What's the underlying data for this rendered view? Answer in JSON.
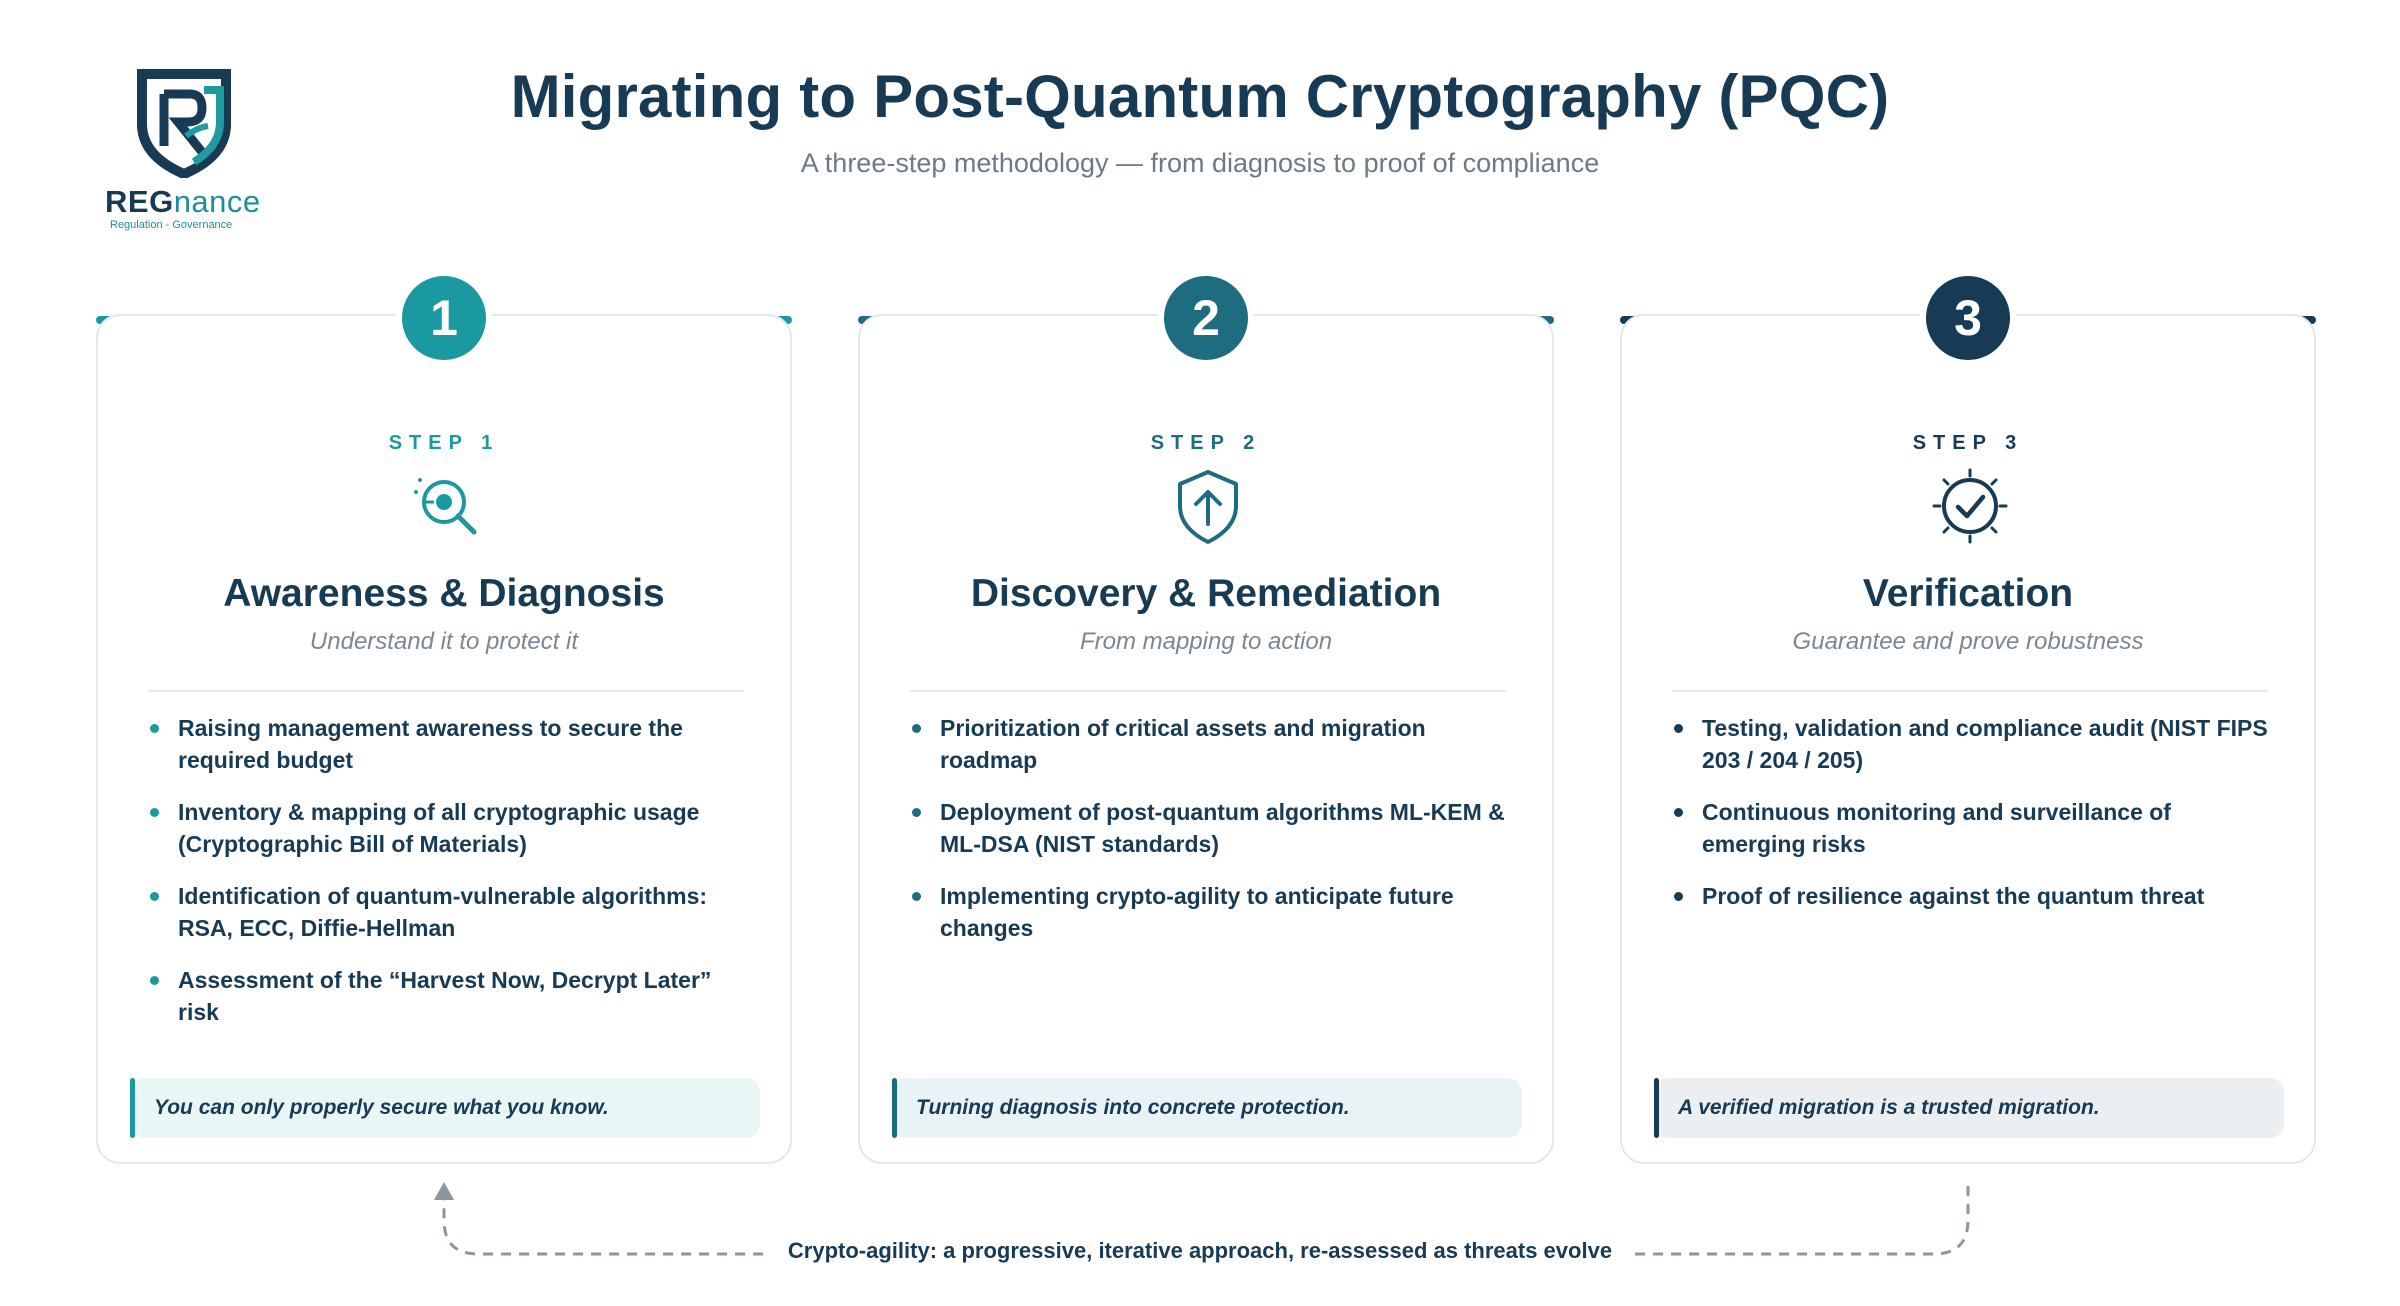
{
  "header": {
    "title": "Migrating to Post-Quantum Cryptography (PQC)",
    "subtitle": "A three-step methodology — from diagnosis to proof of compliance"
  },
  "logo": {
    "brand_bold": "REG",
    "brand_light": "nance",
    "tagline": "Regulation - Governance",
    "icon": "shield-logo-icon"
  },
  "colors": {
    "teal": "#1a9aa0",
    "blue": "#1e6c80",
    "navy": "#173a55"
  },
  "steps": [
    {
      "number": "1",
      "label": "STEP 1",
      "icon": "magnifier-icon",
      "title": "Awareness & Diagnosis",
      "subtitle": "Understand it to protect it",
      "bullets": [
        "Raising management awareness to secure the required budget",
        "Inventory & mapping of all cryptographic usage (Cryptographic Bill of Materials)",
        "Identification of quantum-vulnerable algorithms: RSA, ECC, Diffie-Hellman",
        "Assessment of the “Harvest Now, Decrypt Later” risk"
      ],
      "quote": "You can only properly secure what you know."
    },
    {
      "number": "2",
      "label": "STEP 2",
      "icon": "shield-arrow-icon",
      "title": "Discovery & Remediation",
      "subtitle": "From mapping to action",
      "bullets": [
        "Prioritization of critical assets and migration roadmap",
        "Deployment of post-quantum algorithms ML-KEM & ML-DSA (NIST standards)",
        "Implementing crypto-agility to anticipate future changes"
      ],
      "quote": "Turning diagnosis into concrete protection."
    },
    {
      "number": "3",
      "label": "STEP 3",
      "icon": "check-circle-icon",
      "title": "Verification",
      "subtitle": "Guarantee and prove robustness",
      "bullets": [
        "Testing, validation and compliance audit (NIST FIPS 203 / 204 / 205)",
        "Continuous monitoring and surveillance of emerging risks",
        "Proof of resilience against the quantum threat"
      ],
      "quote": "A verified migration is a trusted migration."
    }
  ],
  "loop": {
    "text": "Crypto-agility: a progressive, iterative approach, re-assessed as threats evolve"
  }
}
